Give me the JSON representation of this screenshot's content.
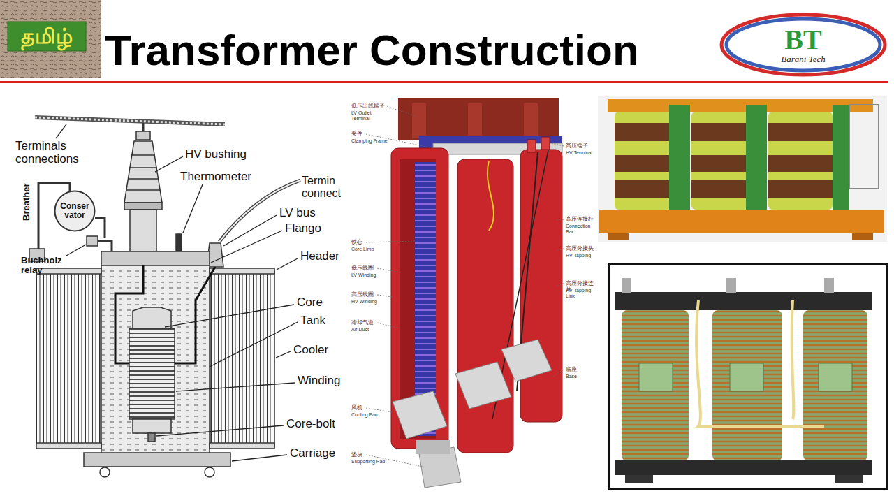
{
  "diagram": {
    "title": "Transformer Construction",
    "nodes": [
      {
        "text": [
          "தமிழ்"
        ]
      },
      {
        "text": [
          "BT",
          "Barani Tech"
        ]
      },
      {
        "text": [
          "Conser vator"
        ]
      }
    ],
    "labels": [
      "Terminals connections",
      "HV bushing",
      "Thermometer",
      "Termin connect",
      "LV bus",
      "Flango",
      "Header",
      "Breather",
      "Buchholz relay",
      "Core",
      "Tank",
      "Cooler",
      "Winding",
      "Core-bolt",
      "Carriage",
      "低压出线端子",
      "LV Outlet Terminal",
      "夹件",
      "Clamping Frame",
      "铁心",
      "Core Limb",
      "低压线圈",
      "LV Winding",
      "高压线圈",
      "HV Winding",
      "冷却气道",
      "Air Duct",
      "风机",
      "Cooling Fan",
      "垫块",
      "Supporting Pad",
      "高压端子",
      "HV Terminal",
      "高压连接杆",
      "Connection Bar",
      "高压分接头",
      "HV Tapping",
      "高压分接连片",
      "HV Tapping Link",
      "底座",
      "Base"
    ]
  }
}
